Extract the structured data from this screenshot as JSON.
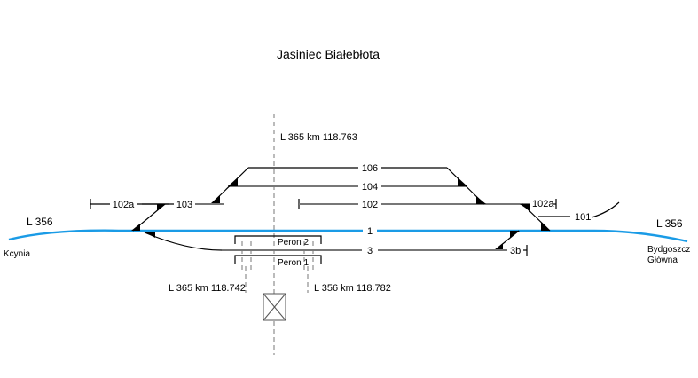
{
  "title": "Jasiniec Białebłota",
  "colors": {
    "main_track": "#1a9be6",
    "side_track": "#777777",
    "ink": "#000000"
  },
  "line_labels": {
    "left": "L 356",
    "right": "L 356"
  },
  "destinations": {
    "left": "Kcynia",
    "right_line1": "Bydgoszcz",
    "right_line2": "Główna"
  },
  "tracks": {
    "t106": "106",
    "t104": "104",
    "t102": "102",
    "t103": "103",
    "t102a_left": "102a",
    "t102a_right": "102a",
    "t101": "101",
    "t1": "1",
    "t3": "3",
    "t3b": "3b"
  },
  "platforms": {
    "p2": "Peron 2",
    "p1": "Peron 1"
  },
  "kilometrage": {
    "axis": "L 365 km 118.763",
    "left": "L 365 km  118.742",
    "right": "L 356 km  118.782"
  },
  "icons": {
    "crossing": "level-crossing-icon"
  }
}
